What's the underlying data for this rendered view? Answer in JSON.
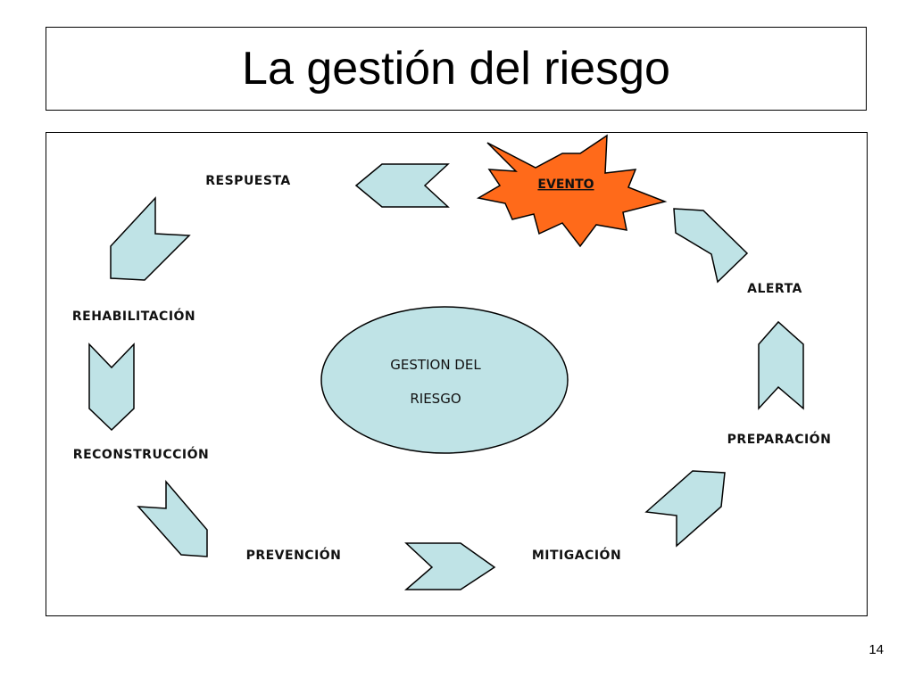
{
  "slide": {
    "title": "La gestión del riesgo",
    "page_number": "14"
  },
  "diagram": {
    "center": {
      "line1": "GESTION DEL",
      "line2": "RIESGO",
      "fill": "#bfe3e6"
    },
    "event": {
      "label": "EVENTO",
      "fill": "#ff6a1a"
    },
    "arrow_fill": "#bfe3e6",
    "stages": {
      "alerta": "ALERTA",
      "preparacion": "PREPARACIÓN",
      "mitigacion": "MITIGACIÓN",
      "prevencion": "PREVENCIÓN",
      "reconstruccion": "RECONSTRUCCIÓN",
      "rehabilitacion": "REHABILITACIÓN",
      "respuesta": "RESPUESTA"
    }
  }
}
